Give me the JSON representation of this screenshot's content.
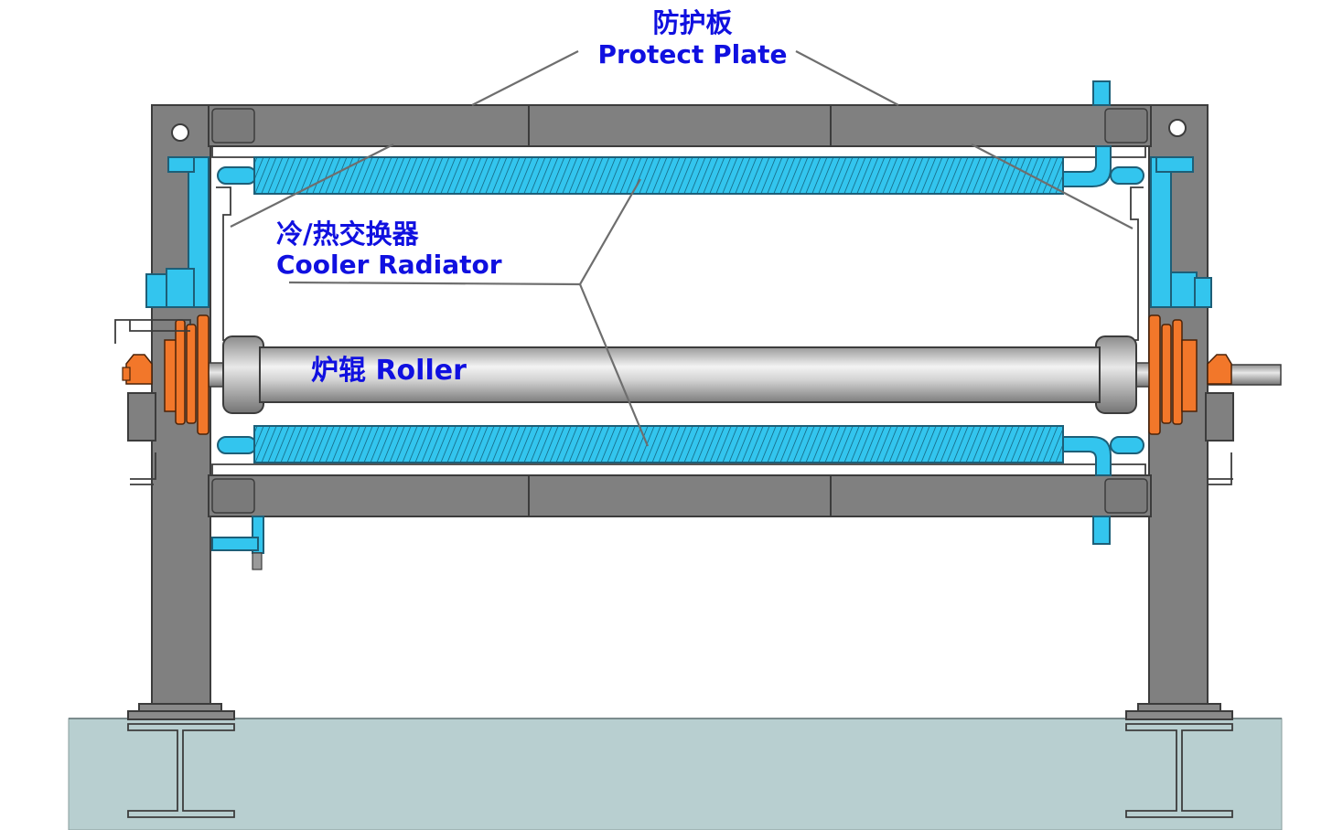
{
  "labels": {
    "protect_plate_cn": "防护板",
    "protect_plate_en": "Protect Plate",
    "cooler_radiator_cn": "冷/热交换器",
    "cooler_radiator_en": "Cooler Radiator",
    "roller": "炉辊 Roller"
  },
  "colors": {
    "label_text": "#1010e0",
    "frame_steel": "#808080",
    "radiator_tube": "#33c5ee",
    "roller_shell": "#c8c8c8",
    "bearing_housing": "#f2772a",
    "floor": "#b8cfd0"
  }
}
